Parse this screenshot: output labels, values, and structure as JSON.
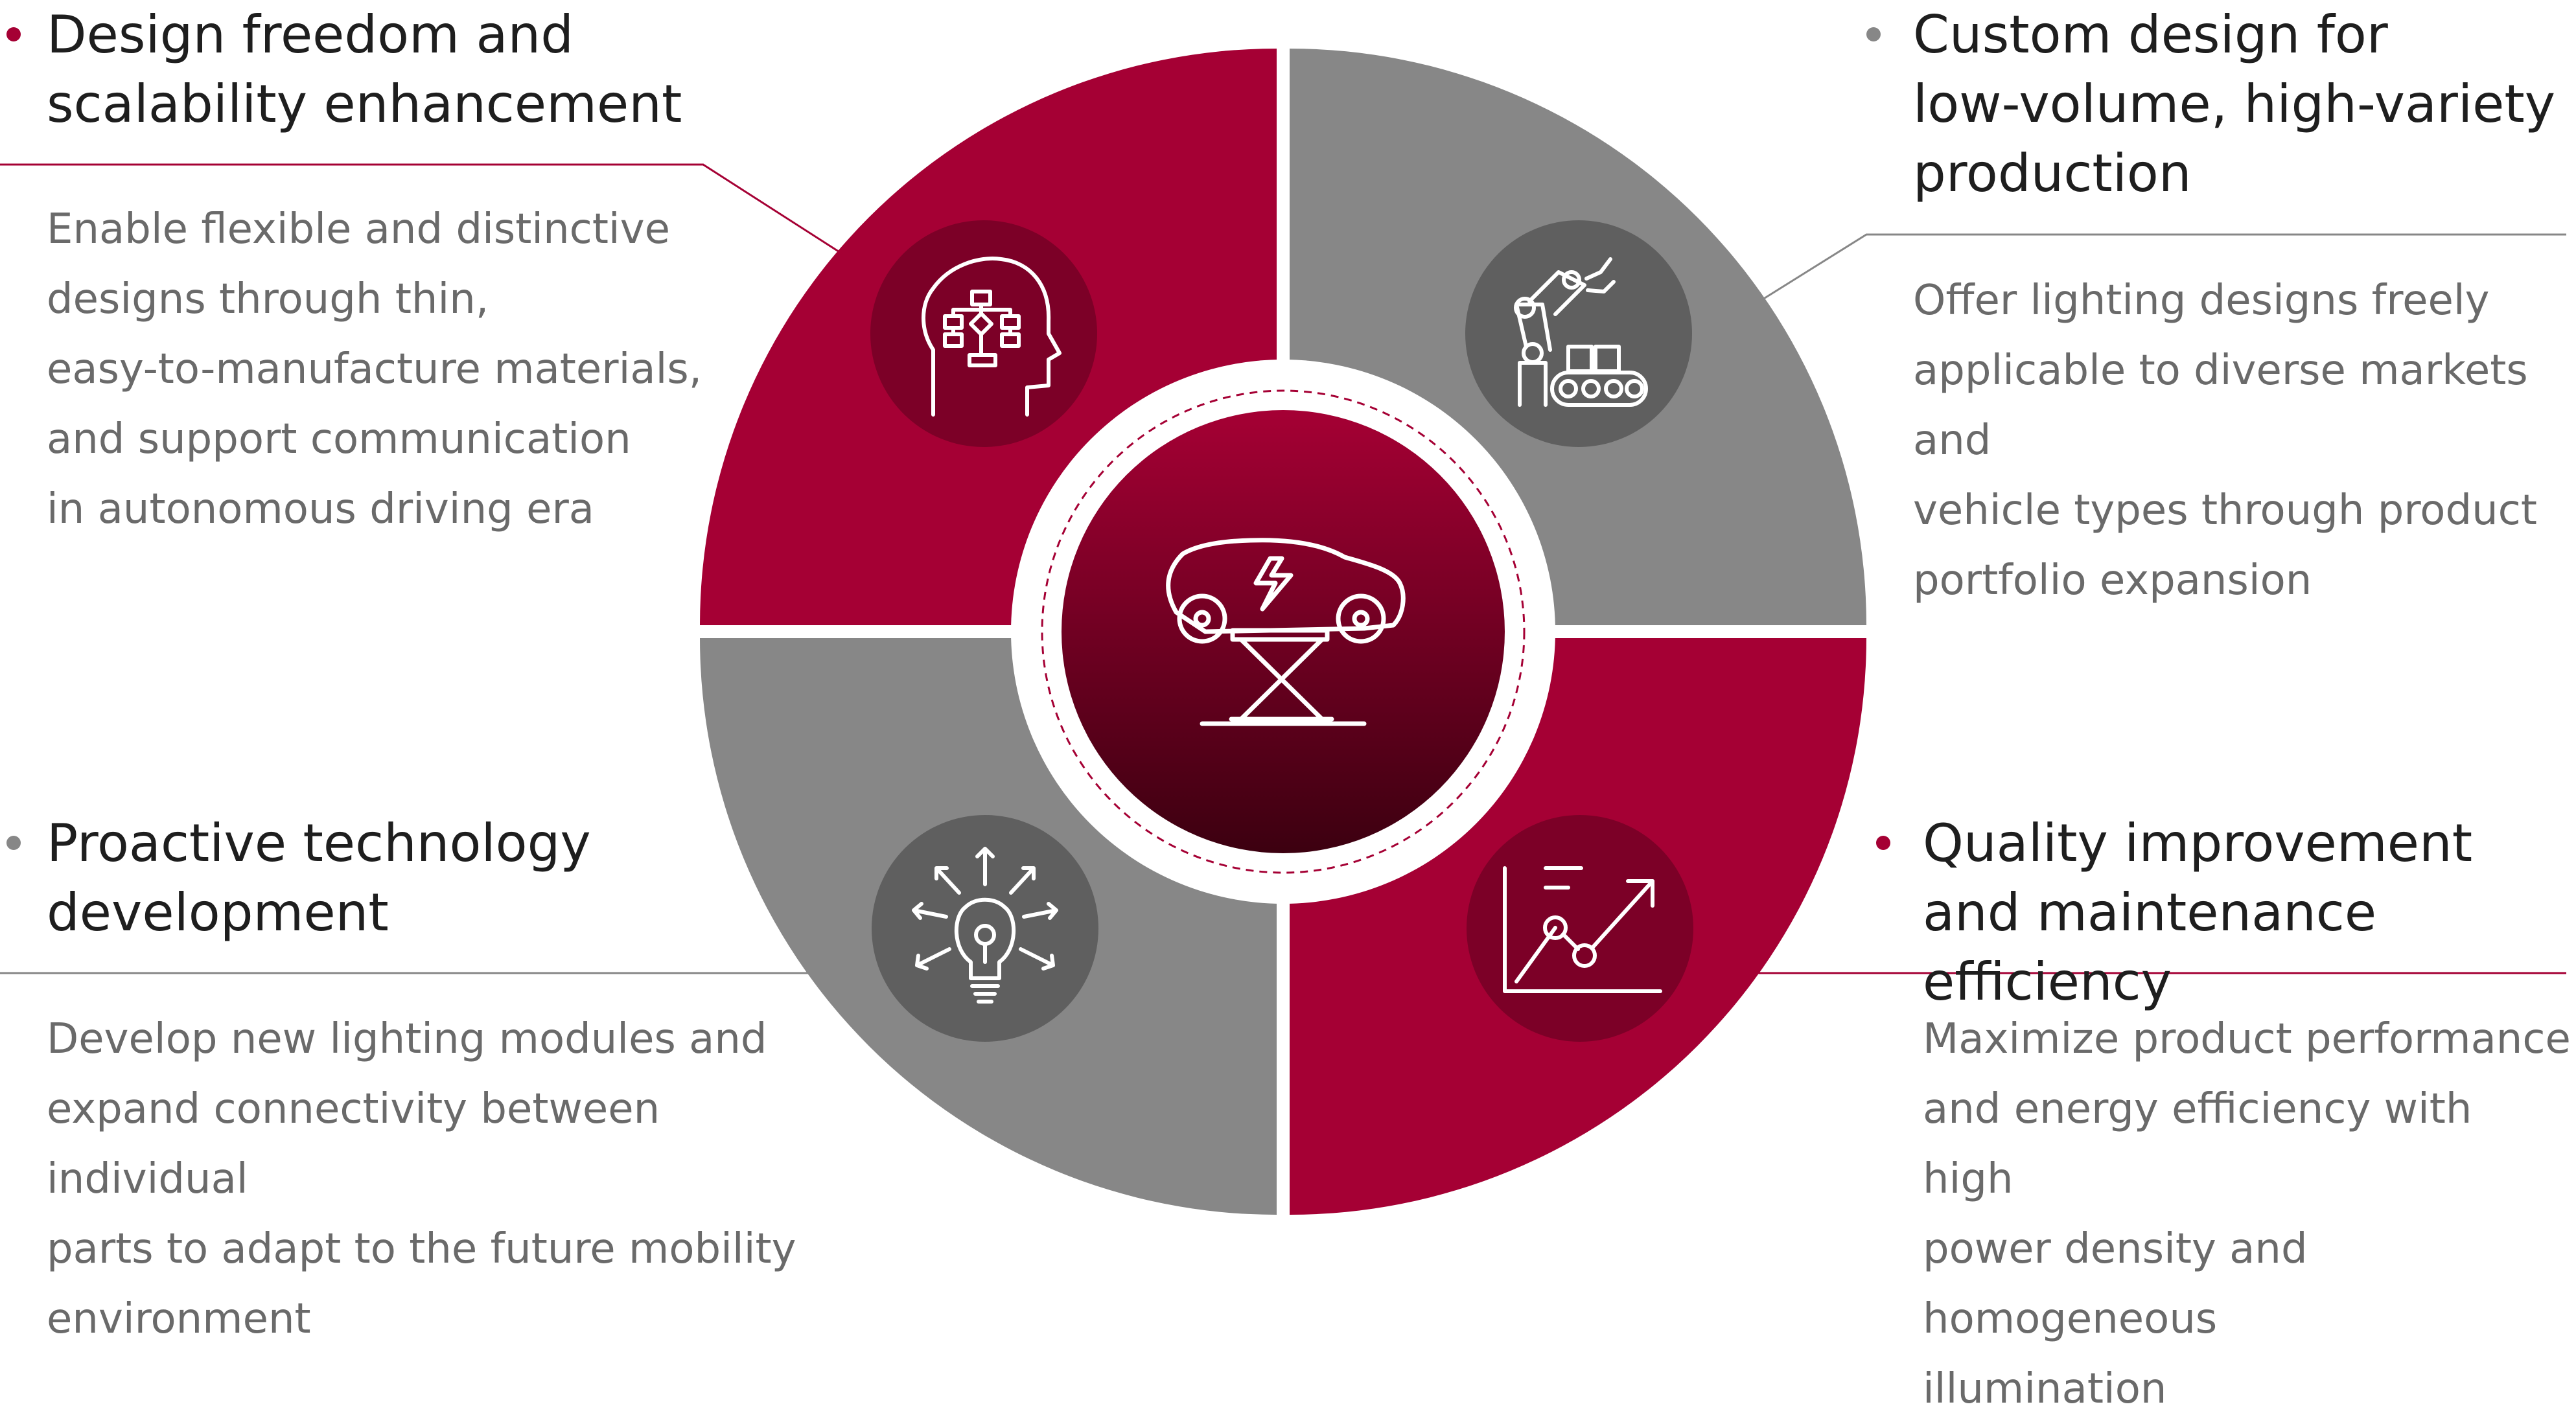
{
  "colors": {
    "red": "#a50034",
    "red_dark": "#7c0027",
    "gray": "#878787",
    "gray_dark": "#5f5f5f",
    "title_text": "#1e1e1e",
    "body_text": "#6a6a6a"
  },
  "center": {
    "icon": "electric-car-on-lift-icon"
  },
  "items": [
    {
      "id": "design-freedom",
      "title": "Design freedom and\nscalability enhancement",
      "body": "Enable flexible and distinctive\ndesigns through thin,\neasy-to-manufacture materials,\nand support communication\nin autonomous driving era",
      "icon": "head-flowchart-icon"
    },
    {
      "id": "custom-design",
      "title": "Custom design for\nlow-volume, high-variety\nproduction",
      "body": "Offer lighting designs freely\napplicable to diverse markets and\nvehicle types through product\nportfolio expansion",
      "icon": "robot-arm-conveyor-icon"
    },
    {
      "id": "proactive-technology",
      "title": "Proactive technology\ndevelopment",
      "body": "Develop new lighting modules and\nexpand connectivity between individual\nparts to adapt to the future mobility\nenvironment",
      "icon": "lightbulb-arrows-icon"
    },
    {
      "id": "quality-improvement",
      "title": "Quality improvement\nand maintenance efficiency",
      "body": "Maximize product performance\nand energy efficiency with high\npower density and homogeneous\nillumination",
      "icon": "growth-chart-icon"
    }
  ]
}
